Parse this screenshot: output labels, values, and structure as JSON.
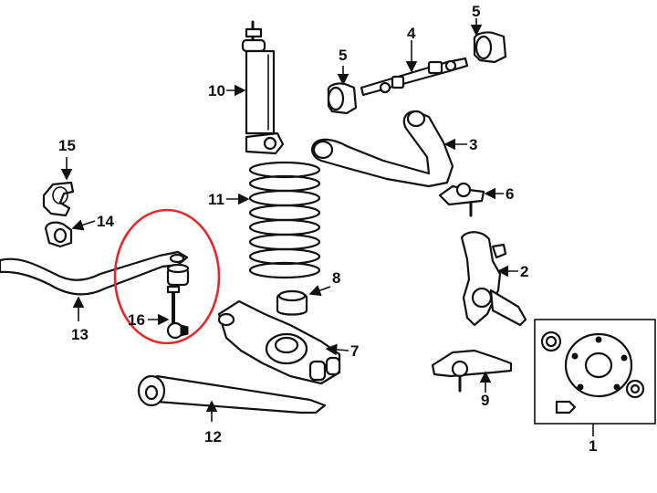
{
  "callouts": {
    "1": "1",
    "2": "2",
    "3": "3",
    "4": "4",
    "5a": "5",
    "5b": "5",
    "6": "6",
    "7": "7",
    "8": "8",
    "9": "9",
    "10": "10",
    "11": "11",
    "12": "12",
    "13": "13",
    "14": "14",
    "15": "15",
    "16": "16"
  },
  "colors": {
    "line_art": "#111111",
    "highlight": "#e8262b",
    "background": "#ffffff"
  }
}
